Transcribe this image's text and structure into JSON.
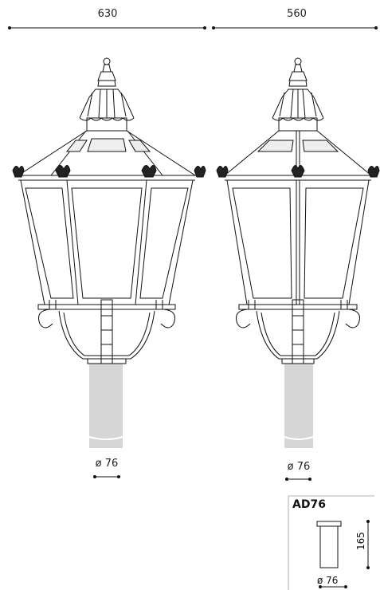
{
  "dimensions": {
    "width_left": "630",
    "width_right": "560",
    "diameter_left": "ø 76",
    "diameter_right": "ø 76"
  },
  "adapter": {
    "title": "AD76",
    "height": "165",
    "diameter": "ø 76"
  }
}
